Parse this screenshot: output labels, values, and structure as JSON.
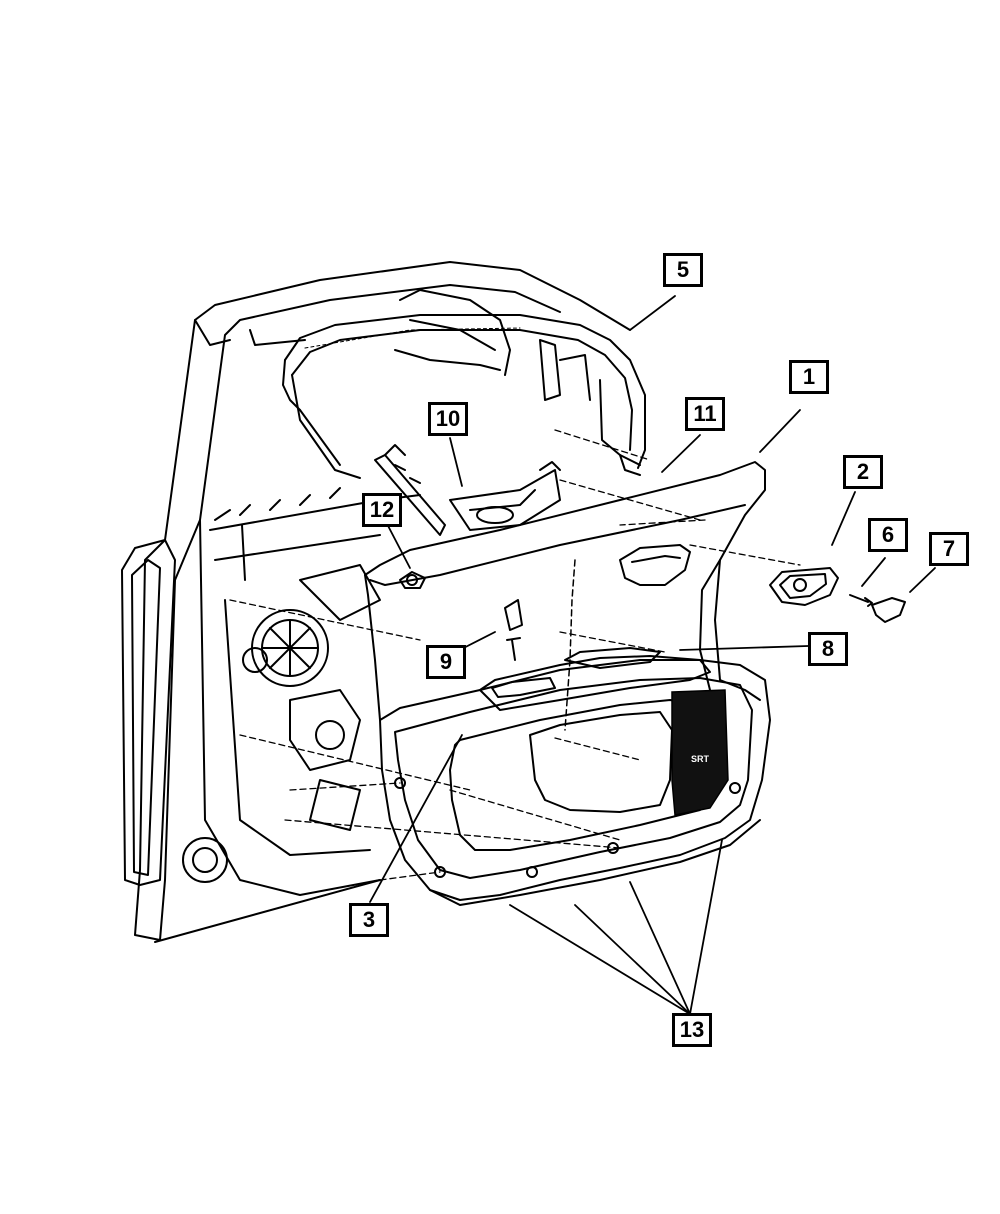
{
  "diagram": {
    "callouts": {
      "c1": "1",
      "c2": "2",
      "c3": "3",
      "c5": "5",
      "c6": "6",
      "c7": "7",
      "c8": "8",
      "c9": "9",
      "c10": "10",
      "c11": "11",
      "c12": "12",
      "c13": "13"
    },
    "badge_text": "SRT"
  }
}
